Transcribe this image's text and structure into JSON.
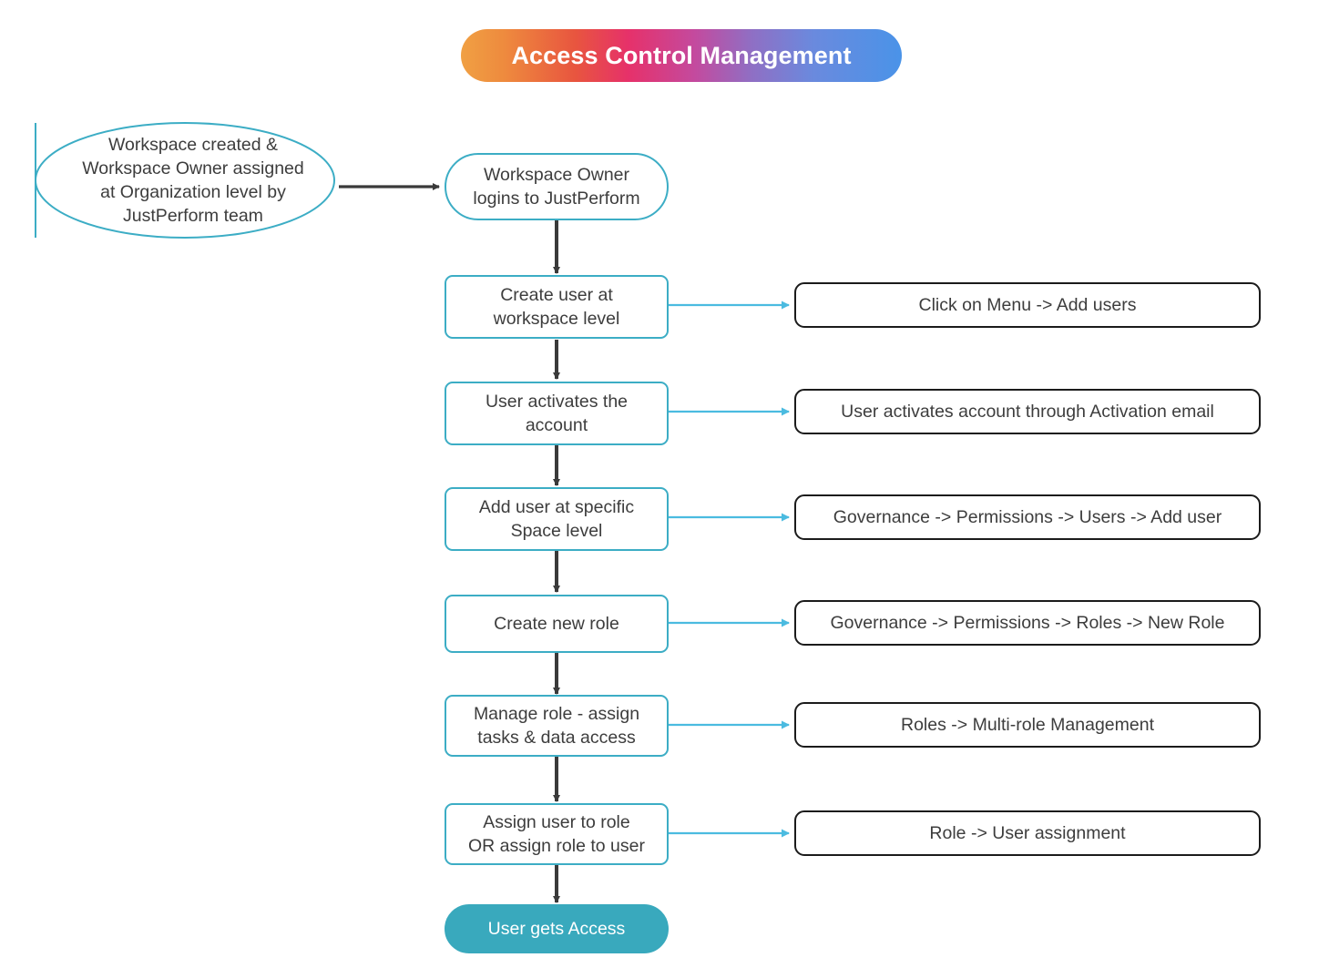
{
  "title": {
    "text": "Access Control Management",
    "gradient_start": "#f0a043",
    "gradient_mid": "#e6316a",
    "gradient_end": "#4a93e8"
  },
  "colors": {
    "node_border": "#3cadc5",
    "node_fill_final": "#39a9bd",
    "note_border": "#1b1b1b",
    "connector_cyan": "#4bbbe0",
    "arrow_dark": "#3a3a3a",
    "text": "#3d3d3d"
  },
  "start_node": {
    "label": "Workspace created &\nWorkspace Owner assigned\nat Organization level by\nJustPerform team"
  },
  "flow_nodes": [
    {
      "label": "Workspace Owner\nlogins to JustPerform"
    },
    {
      "label": "Create user at\nworkspace level"
    },
    {
      "label": "User activates the\naccount"
    },
    {
      "label": "Add user at specific\nSpace level"
    },
    {
      "label": "Create new role"
    },
    {
      "label": "Manage role - assign\ntasks & data access"
    },
    {
      "label": "Assign user to role\nOR assign role to user"
    },
    {
      "label": "User gets Access"
    }
  ],
  "notes": [
    {
      "label": "Click on Menu -> Add users"
    },
    {
      "label": "User activates account through Activation email"
    },
    {
      "label": "Governance -> Permissions  -> Users -> Add user"
    },
    {
      "label": "Governance -> Permissions  -> Roles -> New Role"
    },
    {
      "label": "Roles -> Multi-role Management"
    },
    {
      "label": "Role -> User assignment"
    }
  ]
}
